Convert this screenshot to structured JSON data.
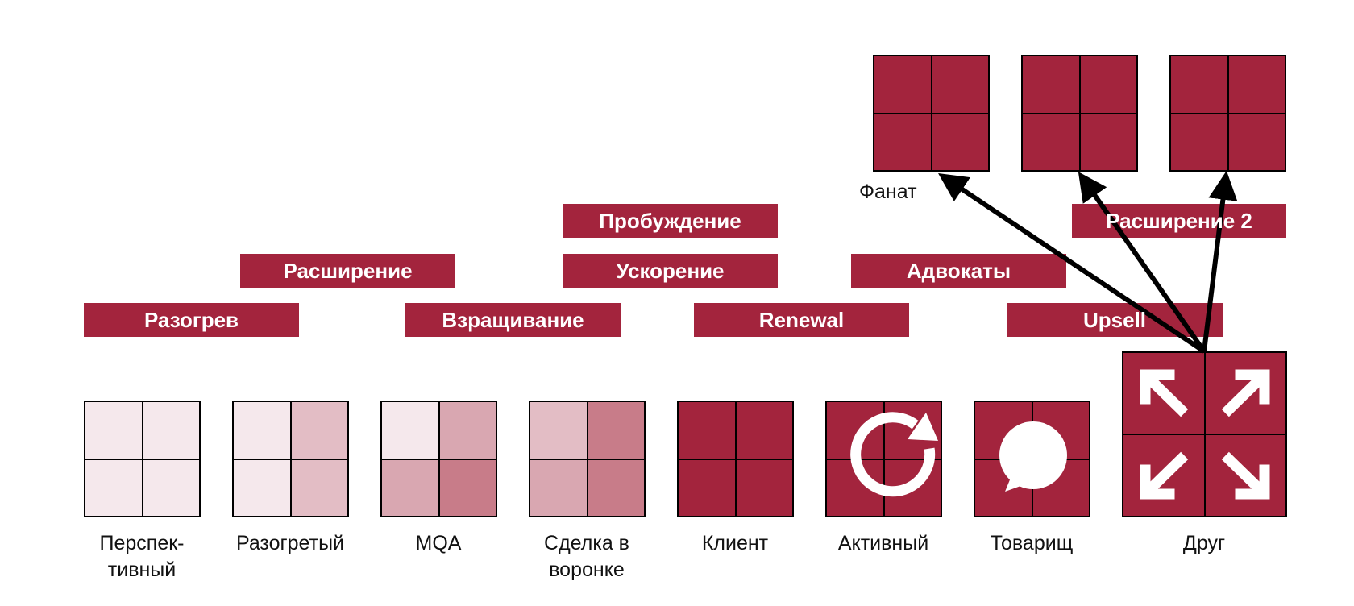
{
  "colors": {
    "accent": "#A3243D",
    "stage_shades": [
      "#F5E8EC",
      "#E3BDC5",
      "#D9A7B1",
      "#C87C89",
      "#A3243D"
    ],
    "arrow": "#000000",
    "grid_line": "#000000",
    "text": "#111111",
    "label_text": "#FFFFFF"
  },
  "stages": [
    {
      "caption": "Перспек-\nтивный",
      "cells": [
        0,
        0,
        0,
        0
      ],
      "icon": ""
    },
    {
      "caption": "Разогретый",
      "cells": [
        0,
        1,
        0,
        1
      ],
      "icon": ""
    },
    {
      "caption": "MQA",
      "cells": [
        0,
        2,
        2,
        3
      ],
      "icon": ""
    },
    {
      "caption": "Сделка в\nворонке",
      "cells": [
        1,
        3,
        2,
        3
      ],
      "icon": ""
    },
    {
      "caption": "Клиент",
      "cells": [
        4,
        4,
        4,
        4
      ],
      "icon": ""
    },
    {
      "caption": "Активный",
      "cells": [
        4,
        4,
        4,
        4
      ],
      "icon": "refresh-icon"
    },
    {
      "caption": "Товарищ",
      "cells": [
        4,
        4,
        4,
        4
      ],
      "icon": "speech-bubble-icon"
    },
    {
      "caption": "Друг",
      "cells": [
        4,
        4,
        4,
        4
      ],
      "icon": "expand-arrows-icon"
    }
  ],
  "transitions": [
    "Разогрев",
    "Расширение",
    "Взращивание",
    "Пробуждение",
    "Ускорение",
    "Renewal",
    "Адвокаты",
    "Upsell",
    "Расширение 2"
  ],
  "top_squares": 3,
  "fan_caption": "Фанат"
}
